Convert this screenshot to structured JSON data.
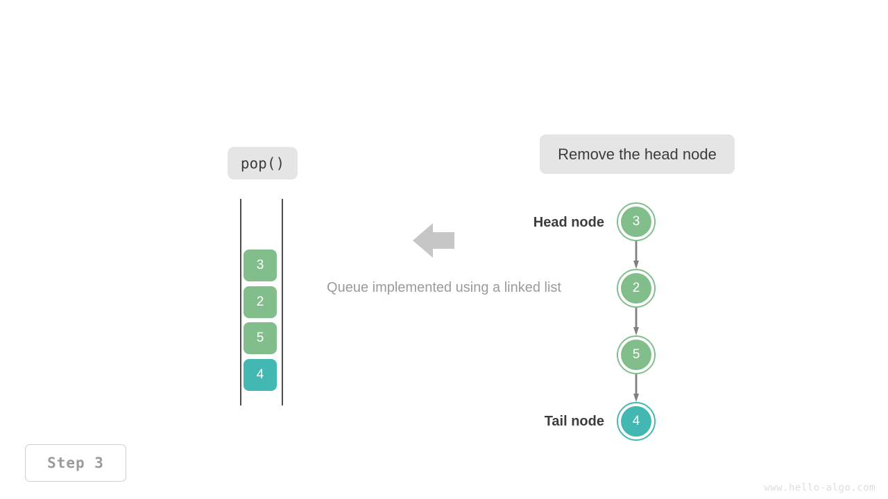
{
  "operation": {
    "code_label": "pop()",
    "description": "Remove the head node"
  },
  "caption": "Queue implemented using a linked list",
  "step": {
    "label": "Step 3"
  },
  "watermark": "www.hello-algo.com",
  "colors": {
    "green": "#82be8b",
    "teal": "#43b7b1",
    "pill_background": "#e5e5e5",
    "arrow_gray": "#c6c6c6",
    "link_gray": "#808080",
    "text_dark": "#3c3c3c",
    "text_muted": "#9a9a9a"
  },
  "queue_column": {
    "cells": [
      {
        "value": "3",
        "color": "green"
      },
      {
        "value": "2",
        "color": "green"
      },
      {
        "value": "5",
        "color": "green"
      },
      {
        "value": "4",
        "color": "teal"
      }
    ]
  },
  "linked_list": {
    "head_label": "Head node",
    "tail_label": "Tail node",
    "nodes": [
      {
        "value": "3",
        "color": "green"
      },
      {
        "value": "2",
        "color": "green"
      },
      {
        "value": "5",
        "color": "green"
      },
      {
        "value": "4",
        "color": "teal"
      }
    ]
  },
  "icons": {
    "flow_arrow": "arrow-left-icon",
    "link_arrow": "arrow-down-icon"
  }
}
